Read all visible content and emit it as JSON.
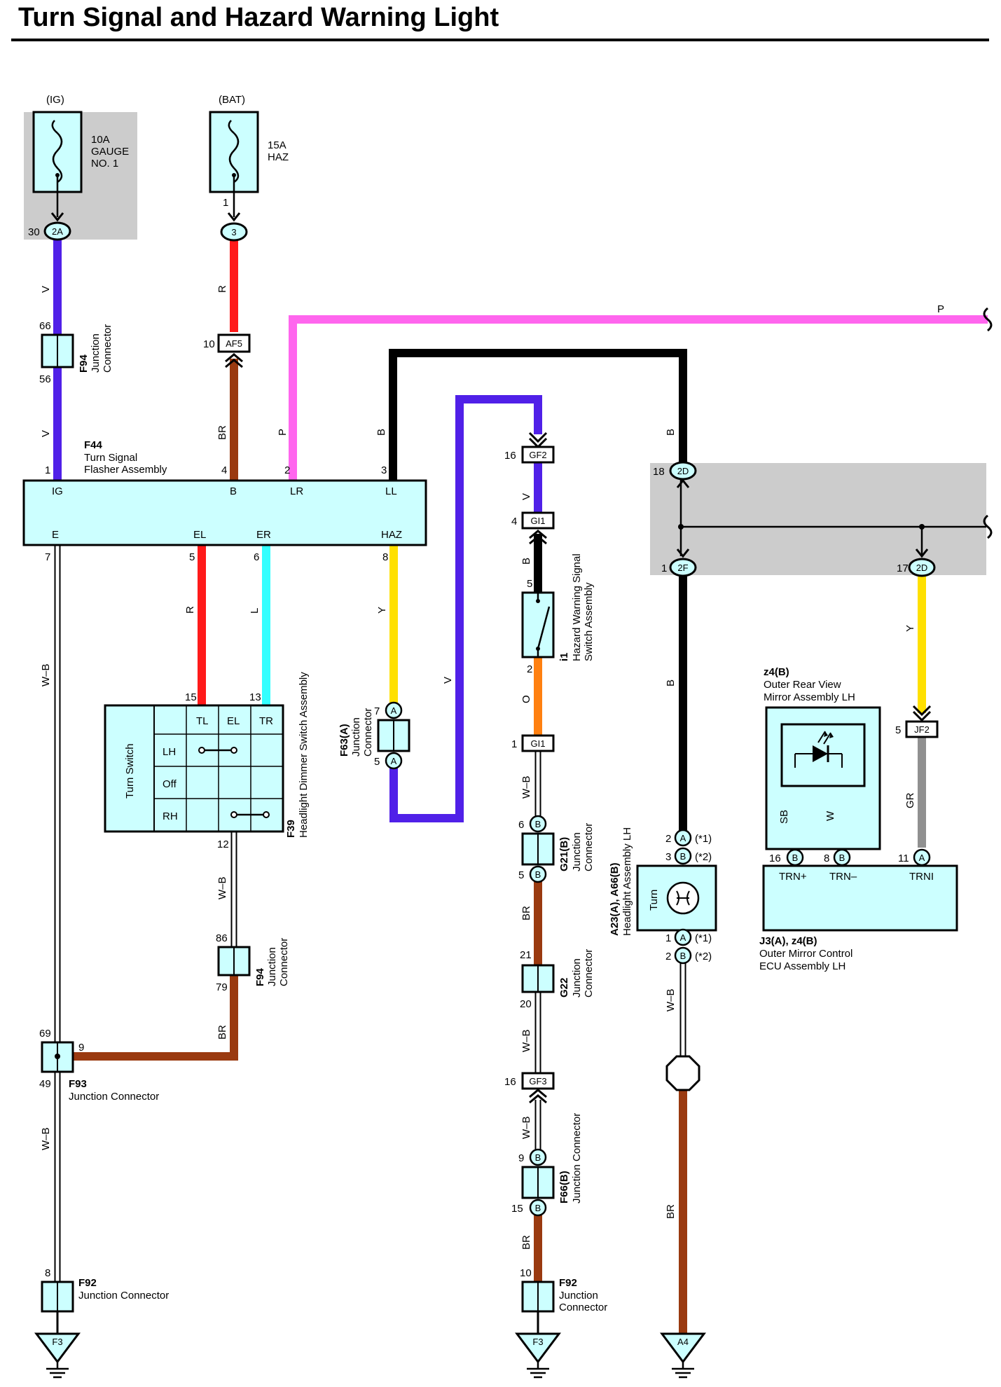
{
  "title": "Turn Signal and Hazard Warning Light",
  "colors": {
    "violet": "#5020e8",
    "red": "#ff1a1a",
    "brown": "#9a3a10",
    "pink": "#ff66ee",
    "black": "#000000",
    "yellow": "#ffe000",
    "cyan": "#33ffff",
    "orange": "#ff8010",
    "gray": "#909090",
    "lightblue": "#aaf0ff",
    "component_fill": "#ccffff",
    "shade": "#cccccc"
  },
  "fuses": [
    {
      "supply": "(IG)",
      "rating": "10A",
      "name_lines": [
        "GAUGE",
        "NO. 1"
      ]
    },
    {
      "supply": "(BAT)",
      "rating": "15A",
      "name_lines": [
        "HAZ"
      ]
    }
  ],
  "wire_codes": {
    "V": "V",
    "R": "R",
    "BR": "BR",
    "P": "P",
    "B": "B",
    "L": "L",
    "Y": "Y",
    "WB": "W–B",
    "O": "O",
    "GR": "GR",
    "SB": "SB",
    "W": "W"
  },
  "connectors": {
    "c2A": "2A",
    "c3": "3",
    "AF5": "AF5",
    "GF2": "GF2",
    "GI1": "GI1",
    "c2D": "2D",
    "c2F": "2F",
    "JF2": "JF2",
    "GF3": "GF3",
    "A": "A",
    "B": "B"
  },
  "pins": {
    "p30": "30",
    "p1": "1",
    "p66": "66",
    "p56": "56",
    "p10": "10",
    "p2": "2",
    "p3": "3",
    "p4": "4",
    "p5": "5",
    "p6": "6",
    "p7": "7",
    "p8": "8",
    "p9": "9",
    "p11": "11",
    "p12": "12",
    "p13": "13",
    "p15": "15",
    "p16": "16",
    "p17": "17",
    "p18": "18",
    "p20": "20",
    "p21": "21",
    "p49": "49",
    "p69": "69",
    "p79": "79",
    "p86": "86"
  },
  "notes": {
    "n1": "(*1)",
    "n2": "(*2)"
  },
  "flasher": {
    "code": "F44",
    "name_lines": [
      "Turn Signal",
      "Flasher Assembly"
    ],
    "terminals_top": [
      "IG",
      "B",
      "LR",
      "LL"
    ],
    "terminals_bottom": [
      "E",
      "EL",
      "ER",
      "HAZ"
    ]
  },
  "junctions": {
    "F94": {
      "code": "F94",
      "name_lines": [
        "Junction",
        "Connector"
      ]
    },
    "F93": {
      "code": "F93",
      "name": "Junction Connector"
    },
    "F92": {
      "code": "F92",
      "name": "Junction Connector",
      "name_lines": [
        "Junction",
        "Connector"
      ]
    },
    "F63": {
      "code": "F63(A)",
      "name_lines": [
        "Junction",
        "Connector"
      ]
    },
    "G21": {
      "code": "G21(B)",
      "name_lines": [
        "Junction",
        "Connector"
      ]
    },
    "G22": {
      "code": "G22",
      "name_lines": [
        "Junction",
        "Connector"
      ]
    },
    "F66": {
      "code": "F66(B)",
      "name": "Junction Connector"
    }
  },
  "turn_switch": {
    "code": "F39",
    "name": "Headlight Dimmer Switch Assembly",
    "label": "Turn Switch",
    "columns": [
      "TL",
      "EL",
      "TR"
    ],
    "rows": [
      "LH",
      "Off",
      "RH"
    ]
  },
  "hazard_switch": {
    "code": "i1",
    "name_lines": [
      "Hazard Warning Signal",
      "Switch Assembly"
    ]
  },
  "headlight": {
    "code": "A23(A), A66(B)",
    "name": "Headlight Assembly LH",
    "label": "Turn"
  },
  "mirror": {
    "code": "z4(B)",
    "name_lines": [
      "Outer Rear View",
      "Mirror Assembly LH"
    ]
  },
  "ecu": {
    "code": "J3(A), z4(B)",
    "name_lines": [
      "Outer Mirror Control",
      "ECU Assembly LH"
    ],
    "terminals": [
      "TRN+",
      "TRN–",
      "TRNI"
    ]
  },
  "grounds": [
    "F3",
    "F3",
    "A4"
  ]
}
